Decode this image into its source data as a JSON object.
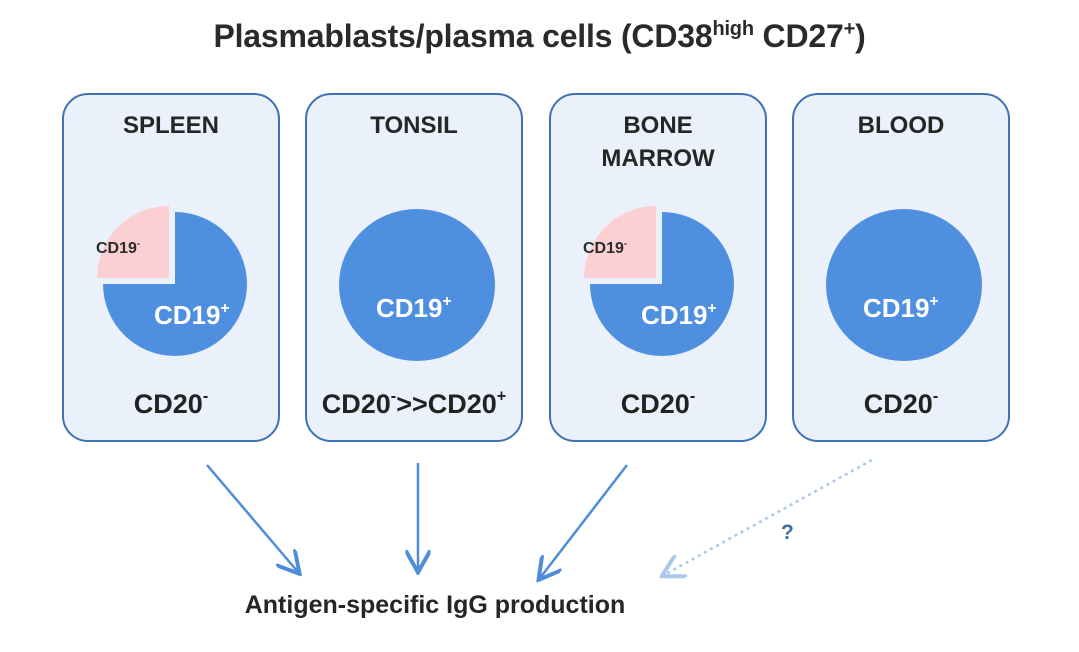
{
  "title": {
    "main": "Plasmablasts/plasma cells (CD38",
    "sup1": "high",
    "mid": " CD27",
    "sup2": "+",
    "end": ")"
  },
  "colors": {
    "border": "#3f72b3",
    "panel_fill": "#eaf1fa",
    "cd19pos": "#4f8fdf",
    "cd19neg": "#fccfd2",
    "arrow": "#4f8cd9",
    "arrow_dotted": "#a9c8ec"
  },
  "panels": [
    {
      "id": "spleen",
      "title_lines": [
        "SPLEEN"
      ],
      "has_neg": true,
      "pos_label": "CD19",
      "pos_sup": "+",
      "neg_label": "CD19",
      "neg_sup": "-",
      "cd20_label": "CD20",
      "cd20_sup": "-",
      "cd20_extra": "",
      "cd20_extra_sup": ""
    },
    {
      "id": "tonsil",
      "title_lines": [
        "TONSIL"
      ],
      "has_neg": false,
      "pos_label": "CD19",
      "pos_sup": "+",
      "neg_label": "",
      "neg_sup": "",
      "cd20_label": "CD20",
      "cd20_sup": "-",
      "cd20_extra": ">>CD20",
      "cd20_extra_sup": "+"
    },
    {
      "id": "bone-marrow",
      "title_lines": [
        "BONE",
        "MARROW"
      ],
      "has_neg": true,
      "pos_label": "CD19",
      "pos_sup": "+",
      "neg_label": "CD19",
      "neg_sup": "-",
      "cd20_label": "CD20",
      "cd20_sup": "-",
      "cd20_extra": "",
      "cd20_extra_sup": ""
    },
    {
      "id": "blood",
      "title_lines": [
        "BLOOD"
      ],
      "has_neg": false,
      "pos_label": "CD19",
      "pos_sup": "+",
      "neg_label": "",
      "neg_sup": "",
      "cd20_label": "CD20",
      "cd20_sup": "-",
      "cd20_extra": "",
      "cd20_extra_sup": ""
    }
  ],
  "footer": "Antigen-specific IgG production",
  "question": "?"
}
